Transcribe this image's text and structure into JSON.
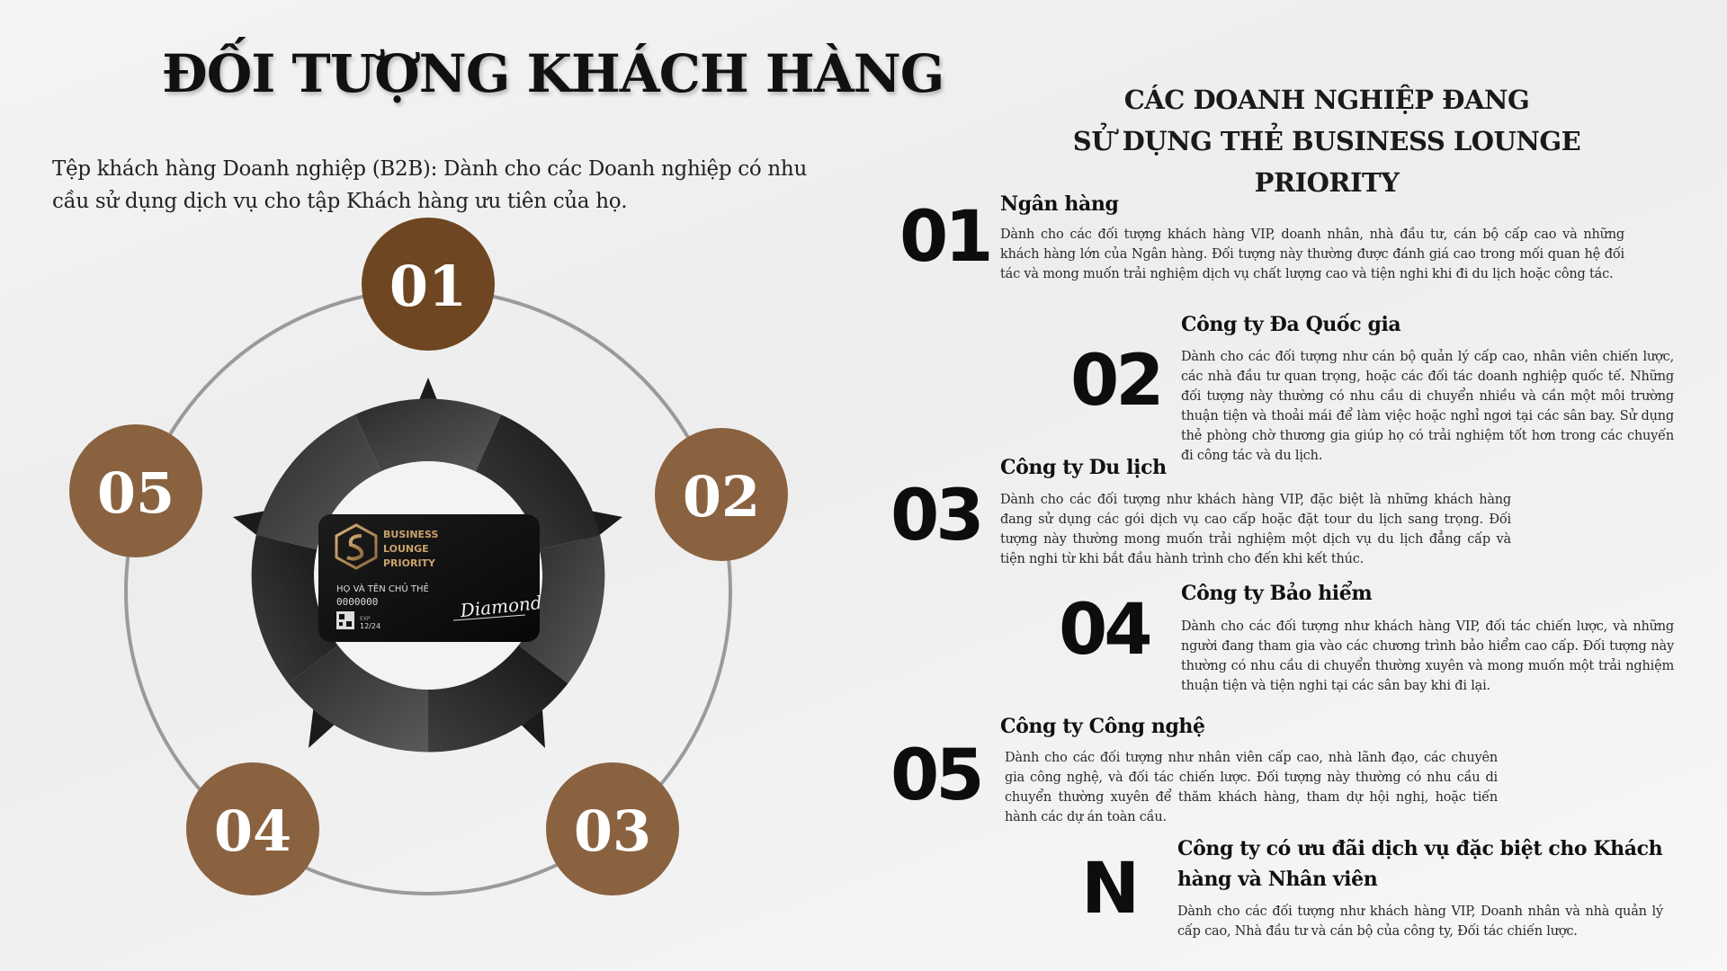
{
  "title": "ĐỐI TƯỢNG KHÁCH HÀNG",
  "intro": "Tệp khách hàng Doanh nghiệp (B2B): Dành cho các Doanh nghiệp có nhu cầu sử dụng dịch vụ cho tập Khách hàng ưu tiên của họ.",
  "colors": {
    "circle_brown": "#8a6240",
    "circle_top": "#6e4621",
    "ring_gray": "#9a9a9a",
    "text_dark": "#111111"
  },
  "diagram": {
    "nodes": [
      "01",
      "02",
      "03",
      "04",
      "05"
    ],
    "card": {
      "brand": [
        "BUSINESS",
        "LOUNGE",
        "PRIORITY"
      ],
      "holder_label": "HỌ VÀ TÊN CHỦ THẺ",
      "card_number": "0000000",
      "expiry_label": "EXP",
      "expiry": "12/24",
      "signature": "Diamond"
    }
  },
  "right_title": [
    "CÁC DOANH NGHIỆP ĐANG",
    "SỬ DỤNG THẺ BUSINESS LOUNGE PRIORITY"
  ],
  "items": [
    {
      "number": "01",
      "heading": "Ngân hàng",
      "description": "Dành cho các đối tượng khách hàng VIP, doanh nhân, nhà đầu tư, cán bộ cấp cao và những khách hàng lớn của Ngân hàng. Đối tượng này thường được đánh giá cao trong mối quan hệ đối tác và mong muốn trải nghiệm dịch vụ chất lượng cao và tiện nghi khi đi du lịch hoặc công tác."
    },
    {
      "number": "02",
      "heading": "Công ty Đa Quốc gia",
      "description": "Dành cho các đối tượng như cán bộ quản lý cấp cao, nhân viên chiến lược, các nhà đầu tư quan trọng, hoặc các đối tác doanh nghiệp quốc tế. Những đối tượng này thường có nhu cầu di chuyển nhiều và cần một môi trường thuận tiện và thoải mái để làm việc hoặc nghỉ ngơi tại các sân bay. Sử dụng thẻ phòng chờ thương gia giúp họ có trải nghiệm tốt hơn trong các chuyến đi công tác và du lịch."
    },
    {
      "number": "03",
      "heading": "Công ty Du lịch",
      "description": "Dành cho các đối tượng như khách hàng VIP, đặc biệt là những khách hàng đang sử dụng các gói dịch vụ cao cấp hoặc đặt tour du lịch sang trọng. Đối tượng này thường mong muốn trải nghiệm một dịch vụ du lịch đẳng cấp và tiện nghi từ khi bắt đầu hành trình cho đến khi kết thúc."
    },
    {
      "number": "04",
      "heading": "Công ty Bảo hiểm",
      "description": "Dành cho các đối tượng như khách hàng VIP, đối tác chiến lược, và những người đang tham gia vào các chương trình bảo hiểm cao cấp. Đối tượng này thường có nhu cầu di chuyển thường xuyên và mong muốn một trải nghiệm thuận tiện và tiện nghi tại các sân bay khi đi lại."
    },
    {
      "number": "05",
      "heading": "Công ty  Công nghệ",
      "description": "Dành cho các đối tượng như nhân viên cấp cao, nhà lãnh đạo, các chuyên gia công nghệ, và đối tác chiến lược. Đối tượng này thường có nhu cầu di chuyển thường xuyên để thăm khách hàng, tham dự hội nghị, hoặc tiến hành các dự án toàn cầu."
    },
    {
      "number": "N",
      "heading": "Công ty  có ưu đãi dịch vụ đặc biệt cho Khách hàng và Nhân viên",
      "description": "Dành cho các đối tượng như khách hàng VIP, Doanh nhân và nhà quản lý cấp cao, Nhà đầu tư và cán bộ của công ty, Đối tác chiến lược."
    }
  ]
}
